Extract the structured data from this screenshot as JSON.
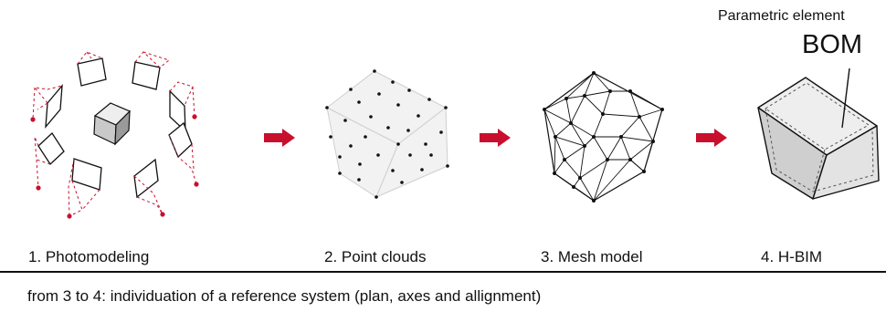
{
  "steps": [
    {
      "label": "1. Photomodeling"
    },
    {
      "label": "2. Point clouds"
    },
    {
      "label": "3. Mesh model"
    },
    {
      "label": "4. H-BIM"
    }
  ],
  "annotation": {
    "line1": "Parametric element",
    "line2": "BOM"
  },
  "caption": "from 3 to 4: individuation of a reference system (plan, axes and allignment)",
  "colors": {
    "arrow": "#c8102e",
    "camera_rays": "#c8102e",
    "ink": "#111111",
    "face_light": "#eeeeee",
    "face_mid": "#dcdcdc",
    "face_dark": "#c9c9c9"
  }
}
